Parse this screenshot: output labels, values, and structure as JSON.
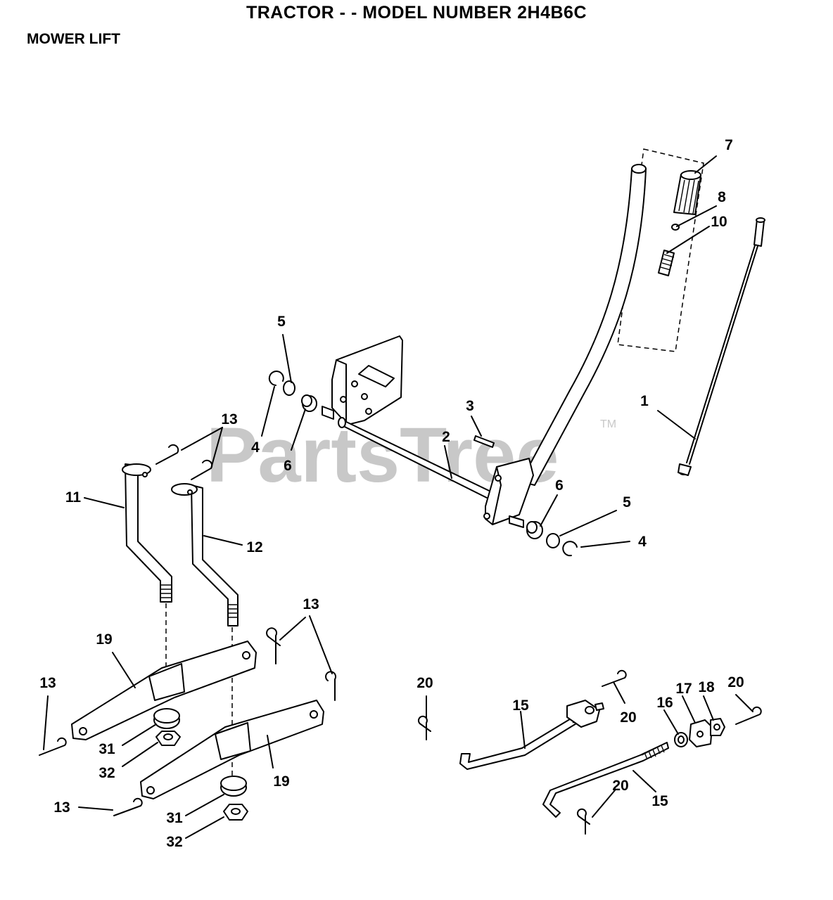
{
  "header": {
    "title": "TRACTOR - - MODEL NUMBER 2H4B6C",
    "section": "MOWER LIFT"
  },
  "watermark": {
    "text": "PartsTree",
    "trademark": "TM"
  },
  "callouts": {
    "c7": "7",
    "c8": "8",
    "c10": "10",
    "c1": "1",
    "c5a": "5",
    "c4a": "4",
    "c6a": "6",
    "c3": "3",
    "c2": "2",
    "c6b": "6",
    "c5b": "5",
    "c4b": "4",
    "c13a": "13",
    "c11": "11",
    "c12": "12",
    "c13b": "13",
    "c19a": "19",
    "c13c": "13",
    "c31a": "31",
    "c32a": "32",
    "c19b": "19",
    "c13d": "13",
    "c31b": "31",
    "c32b": "32",
    "c20a": "20",
    "c15a": "15",
    "c20b": "20",
    "c16": "16",
    "c17": "17",
    "c18": "18",
    "c20c": "20",
    "c20d": "20",
    "c15b": "15"
  }
}
